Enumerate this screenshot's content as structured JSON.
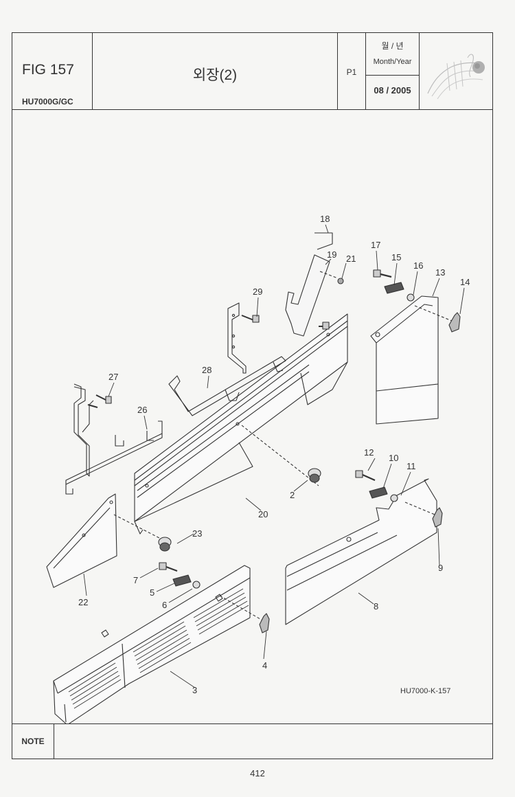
{
  "header": {
    "fig_number": "FIG 157",
    "model": "HU7000G/GC",
    "title": "외장(2)",
    "page_code": "P1",
    "date_label_kr": "월 / 년",
    "date_label_en": "Month/Year",
    "date_value": "08 / 2005"
  },
  "drawing": {
    "drawing_code": "HU7000-K-157",
    "callouts": [
      "2",
      "3",
      "4",
      "5",
      "6",
      "7",
      "8",
      "9",
      "10",
      "11",
      "12",
      "13",
      "14",
      "15",
      "16",
      "17",
      "18",
      "19",
      "20",
      "21",
      "22",
      "23",
      "26",
      "27",
      "28",
      "29"
    ]
  },
  "footer": {
    "note_label": "NOTE",
    "page_number": "412"
  }
}
